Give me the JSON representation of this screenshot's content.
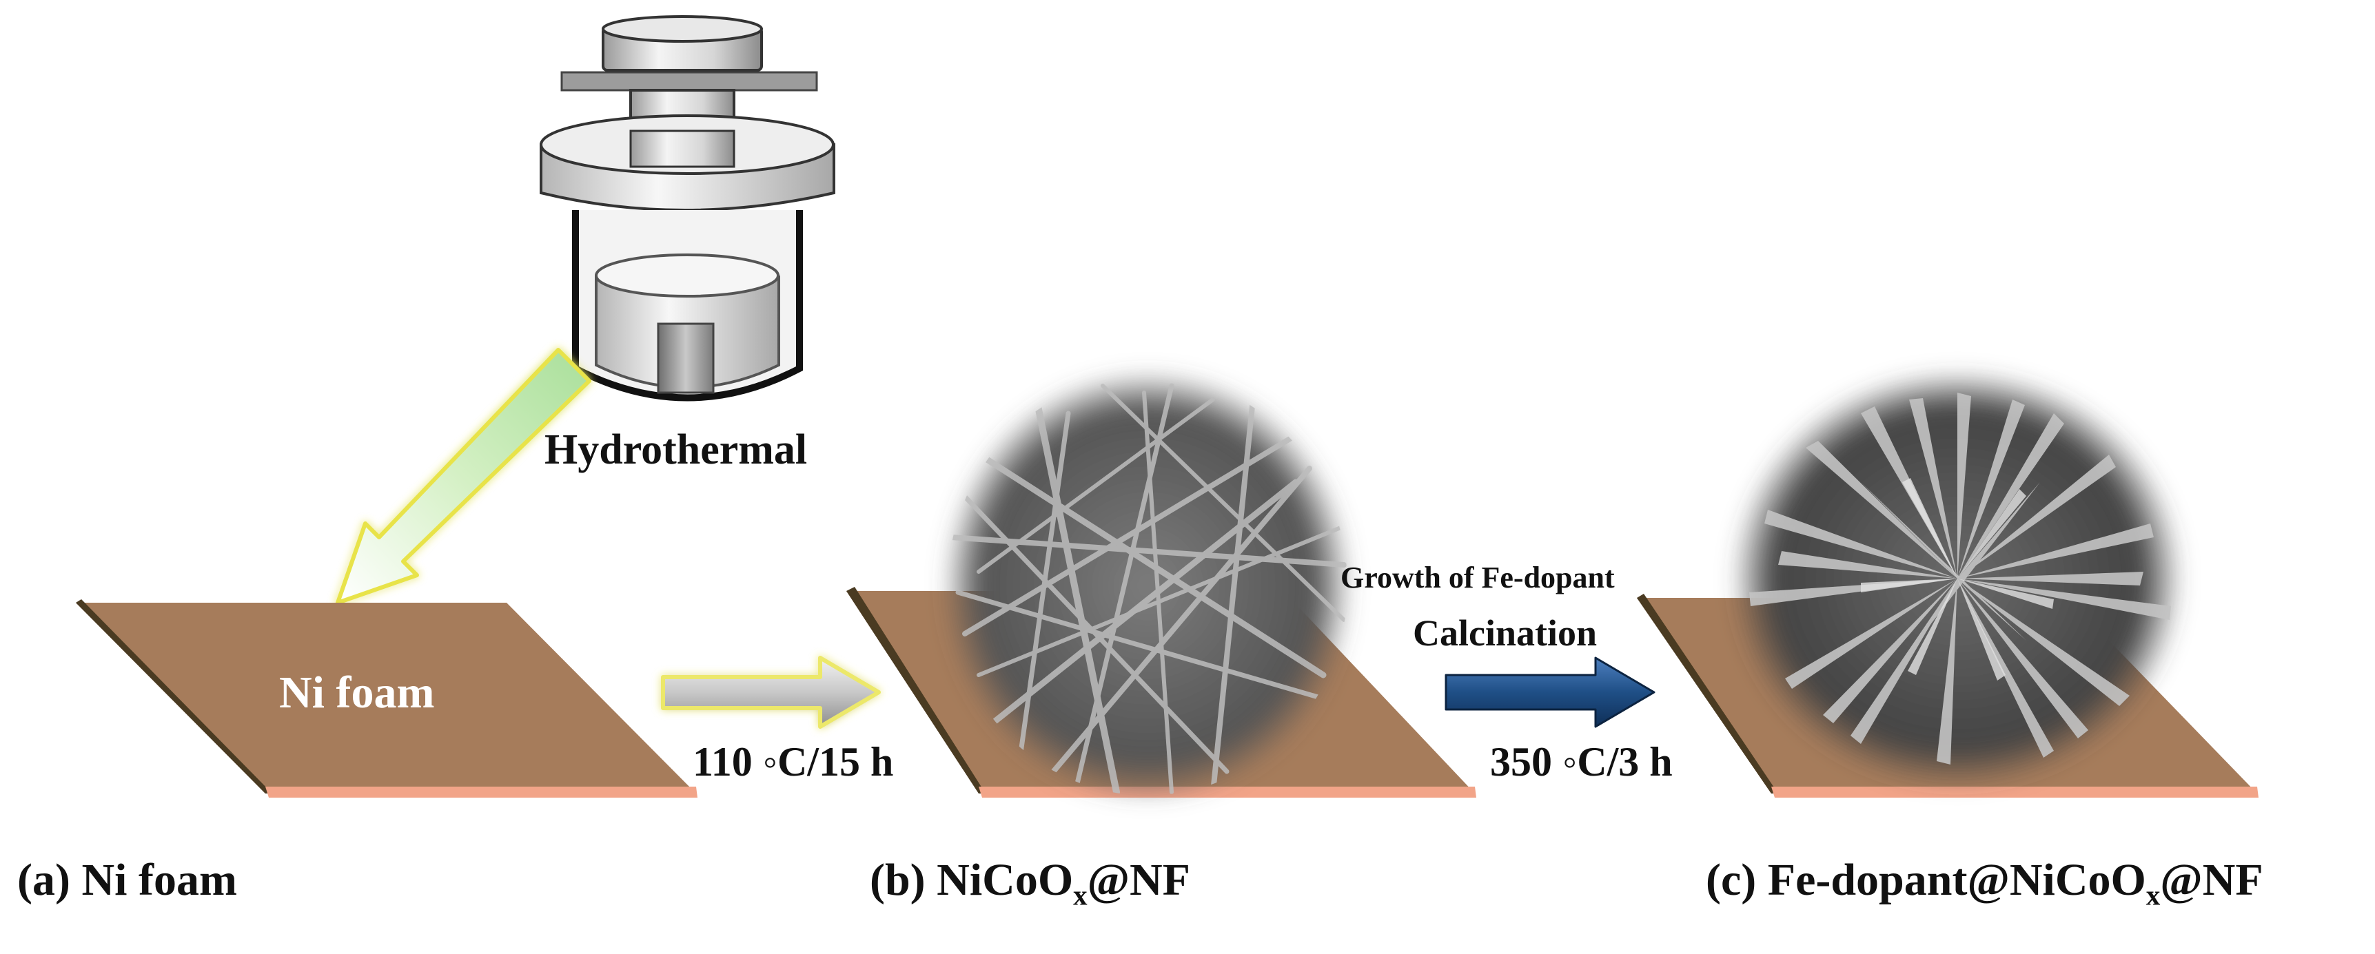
{
  "hydrothermal_label": "Hydrothermal",
  "ni_foam_plate_label": "Ni foam",
  "step1_condition": "110 ◦C/15 h",
  "step2_title": "Growth of Fe-dopant",
  "step2_process": "Calcination",
  "step2_condition": "350 ◦C/3 h",
  "panels": [
    {
      "tag": "(a)",
      "name": "Ni foam",
      "sub": ""
    },
    {
      "tag": "(b)",
      "name": "NiCoO",
      "sub": "x",
      "suffix": "@NF"
    },
    {
      "tag": "(c)",
      "name": "Fe-dopant@NiCoO",
      "sub": "x",
      "suffix": "@NF"
    }
  ],
  "colors": {
    "plate": "#a67c5b",
    "plate_edge_light": "#f2a488",
    "plate_edge_dark": "#4a3b22",
    "arrow_green": "#d4f0c4",
    "arrow_gray": "#c8c8c8",
    "arrow_blue": "#1f4f86",
    "glow_yellow": "#f5f07a"
  }
}
